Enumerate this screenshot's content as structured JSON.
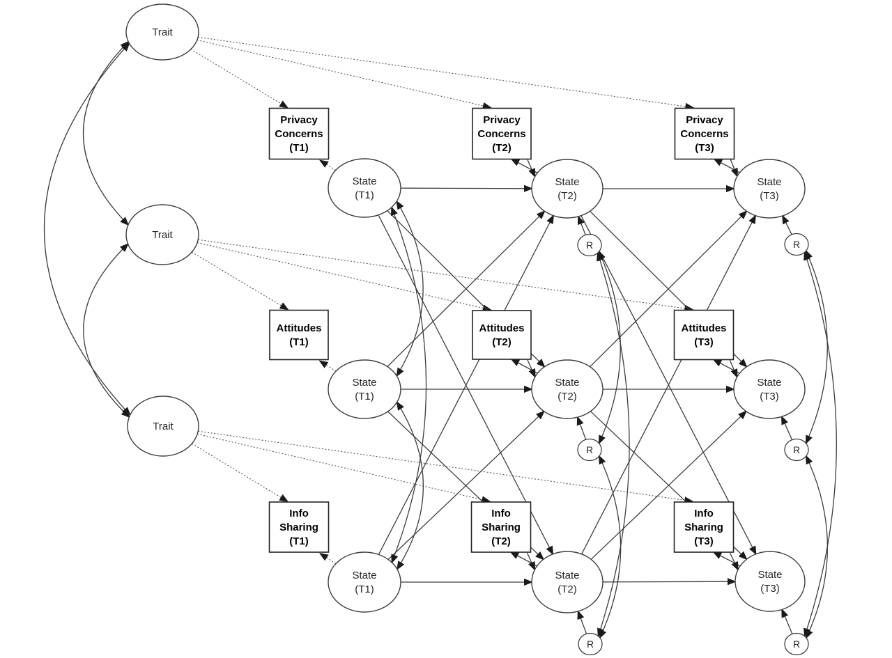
{
  "diagram": {
    "title": "trait-state-sem-path-diagram",
    "colors": {
      "canvas": "#ffffff",
      "line": "#3c3c3c",
      "box_border": "#222222",
      "ellipse_border": "#3d3d3d",
      "text": "#000000"
    },
    "nodes": [
      {
        "id": "trait-privacy",
        "role": "latent-trait",
        "label": [
          "Trait"
        ]
      },
      {
        "id": "trait-attitudes",
        "role": "latent-trait",
        "label": [
          "Trait"
        ]
      },
      {
        "id": "trait-infosharing",
        "role": "latent-trait",
        "label": [
          "Trait"
        ]
      },
      {
        "id": "state-pc-t1",
        "role": "latent-state",
        "label": [
          "State",
          "(T1)"
        ]
      },
      {
        "id": "state-pc-t2",
        "role": "latent-state",
        "label": [
          "State",
          "(T2)"
        ]
      },
      {
        "id": "state-pc-t3",
        "role": "latent-state",
        "label": [
          "State",
          "(T3)"
        ]
      },
      {
        "id": "state-at-t1",
        "role": "latent-state",
        "label": [
          "State",
          "(T1)"
        ]
      },
      {
        "id": "state-at-t2",
        "role": "latent-state",
        "label": [
          "State",
          "(T2)"
        ]
      },
      {
        "id": "state-at-t3",
        "role": "latent-state",
        "label": [
          "State",
          "(T3)"
        ]
      },
      {
        "id": "state-is-t1",
        "role": "latent-state",
        "label": [
          "State",
          "(T1)"
        ]
      },
      {
        "id": "state-is-t2",
        "role": "latent-state",
        "label": [
          "State",
          "(T2)"
        ]
      },
      {
        "id": "state-is-t3",
        "role": "latent-state",
        "label": [
          "State",
          "(T3)"
        ]
      },
      {
        "id": "box-pc-t1",
        "role": "observed",
        "label": [
          "Privacy",
          "Concerns",
          "(T1)"
        ]
      },
      {
        "id": "box-pc-t2",
        "role": "observed",
        "label": [
          "Privacy",
          "Concerns",
          "(T2)"
        ]
      },
      {
        "id": "box-pc-t3",
        "role": "observed",
        "label": [
          "Privacy",
          "Concerns",
          "(T3)"
        ]
      },
      {
        "id": "box-at-t1",
        "role": "observed",
        "label": [
          "Attitudes",
          "(T1)"
        ]
      },
      {
        "id": "box-at-t2",
        "role": "observed",
        "label": [
          "Attitudes",
          "(T2)"
        ]
      },
      {
        "id": "box-at-t3",
        "role": "observed",
        "label": [
          "Attitudes",
          "(T3)"
        ]
      },
      {
        "id": "box-is-t1",
        "role": "observed",
        "label": [
          "Info",
          "Sharing",
          "(T1)"
        ]
      },
      {
        "id": "box-is-t2",
        "role": "observed",
        "label": [
          "Info",
          "Sharing",
          "(T2)"
        ]
      },
      {
        "id": "box-is-t3",
        "role": "observed",
        "label": [
          "Info",
          "Sharing",
          "(T3)"
        ]
      },
      {
        "id": "res-pc-t2",
        "role": "residual",
        "label": [
          "R"
        ]
      },
      {
        "id": "res-pc-t3",
        "role": "residual",
        "label": [
          "R"
        ]
      },
      {
        "id": "res-at-t2",
        "role": "residual",
        "label": [
          "R"
        ]
      },
      {
        "id": "res-at-t3",
        "role": "residual",
        "label": [
          "R"
        ]
      },
      {
        "id": "res-is-t2",
        "role": "residual",
        "label": [
          "R"
        ]
      },
      {
        "id": "res-is-t3",
        "role": "residual",
        "label": [
          "R"
        ]
      }
    ],
    "edges": [
      {
        "from": "trait-privacy",
        "to": "box-pc-t1",
        "type": "trait-loading"
      },
      {
        "from": "trait-privacy",
        "to": "box-pc-t2",
        "type": "trait-loading"
      },
      {
        "from": "trait-privacy",
        "to": "box-pc-t3",
        "type": "trait-loading"
      },
      {
        "from": "trait-attitudes",
        "to": "box-at-t1",
        "type": "trait-loading"
      },
      {
        "from": "trait-attitudes",
        "to": "box-at-t2",
        "type": "trait-loading"
      },
      {
        "from": "trait-attitudes",
        "to": "box-at-t3",
        "type": "trait-loading"
      },
      {
        "from": "trait-infosharing",
        "to": "box-is-t1",
        "type": "trait-loading"
      },
      {
        "from": "trait-infosharing",
        "to": "box-is-t2",
        "type": "trait-loading"
      },
      {
        "from": "trait-infosharing",
        "to": "box-is-t3",
        "type": "trait-loading"
      },
      {
        "from": "state-pc-t1",
        "to": "box-pc-t1",
        "type": "state-loading"
      },
      {
        "from": "state-at-t1",
        "to": "box-at-t1",
        "type": "state-loading"
      },
      {
        "from": "state-is-t1",
        "to": "box-is-t1",
        "type": "state-loading"
      },
      {
        "from": "state-pc-t2",
        "to": "box-pc-t2",
        "type": "state-indicator-out"
      },
      {
        "from": "box-pc-t2",
        "to": "state-pc-t2",
        "type": "state-indicator-in"
      },
      {
        "from": "state-pc-t3",
        "to": "box-pc-t3",
        "type": "state-indicator-out"
      },
      {
        "from": "box-pc-t3",
        "to": "state-pc-t3",
        "type": "state-indicator-in"
      },
      {
        "from": "state-at-t2",
        "to": "box-at-t2",
        "type": "state-indicator-out"
      },
      {
        "from": "box-at-t2",
        "to": "state-at-t2",
        "type": "state-indicator-in"
      },
      {
        "from": "state-at-t3",
        "to": "box-at-t3",
        "type": "state-indicator-out"
      },
      {
        "from": "box-at-t3",
        "to": "state-at-t3",
        "type": "state-indicator-in"
      },
      {
        "from": "state-is-t2",
        "to": "box-is-t2",
        "type": "state-indicator-out"
      },
      {
        "from": "box-is-t2",
        "to": "state-is-t2",
        "type": "state-indicator-in"
      },
      {
        "from": "state-is-t3",
        "to": "box-is-t3",
        "type": "state-indicator-out"
      },
      {
        "from": "box-is-t3",
        "to": "state-is-t3",
        "type": "state-indicator-in"
      },
      {
        "from": "state-pc-t1",
        "to": "state-pc-t2",
        "type": "autoregressive"
      },
      {
        "from": "state-pc-t2",
        "to": "state-pc-t3",
        "type": "autoregressive"
      },
      {
        "from": "state-at-t1",
        "to": "state-at-t2",
        "type": "autoregressive"
      },
      {
        "from": "state-at-t2",
        "to": "state-at-t3",
        "type": "autoregressive"
      },
      {
        "from": "state-is-t1",
        "to": "state-is-t2",
        "type": "autoregressive"
      },
      {
        "from": "state-is-t2",
        "to": "state-is-t3",
        "type": "autoregressive"
      },
      {
        "from": "state-pc-t1",
        "to": "state-at-t2",
        "type": "cross-lagged"
      },
      {
        "from": "state-pc-t1",
        "to": "state-is-t2",
        "type": "cross-lagged"
      },
      {
        "from": "state-at-t1",
        "to": "state-pc-t2",
        "type": "cross-lagged"
      },
      {
        "from": "state-at-t1",
        "to": "state-is-t2",
        "type": "cross-lagged"
      },
      {
        "from": "state-is-t1",
        "to": "state-pc-t2",
        "type": "cross-lagged"
      },
      {
        "from": "state-is-t1",
        "to": "state-at-t2",
        "type": "cross-lagged"
      },
      {
        "from": "state-pc-t2",
        "to": "state-at-t3",
        "type": "cross-lagged"
      },
      {
        "from": "state-pc-t2",
        "to": "state-is-t3",
        "type": "cross-lagged"
      },
      {
        "from": "state-at-t2",
        "to": "state-pc-t3",
        "type": "cross-lagged"
      },
      {
        "from": "state-at-t2",
        "to": "state-is-t3",
        "type": "cross-lagged"
      },
      {
        "from": "state-is-t2",
        "to": "state-pc-t3",
        "type": "cross-lagged"
      },
      {
        "from": "state-is-t2",
        "to": "state-at-t3",
        "type": "cross-lagged"
      },
      {
        "from": "trait-privacy",
        "to": "trait-attitudes",
        "type": "covariance"
      },
      {
        "from": "trait-attitudes",
        "to": "trait-infosharing",
        "type": "covariance"
      },
      {
        "from": "trait-privacy",
        "to": "trait-infosharing",
        "type": "covariance"
      },
      {
        "from": "state-pc-t1",
        "to": "state-at-t1",
        "type": "covariance"
      },
      {
        "from": "state-at-t1",
        "to": "state-is-t1",
        "type": "covariance"
      },
      {
        "from": "state-pc-t1",
        "to": "state-is-t1",
        "type": "covariance"
      },
      {
        "from": "res-pc-t2",
        "to": "res-at-t2",
        "type": "covariance"
      },
      {
        "from": "res-at-t2",
        "to": "res-is-t2",
        "type": "covariance"
      },
      {
        "from": "res-pc-t2",
        "to": "res-is-t2",
        "type": "covariance"
      },
      {
        "from": "res-pc-t3",
        "to": "res-at-t3",
        "type": "covariance"
      },
      {
        "from": "res-at-t3",
        "to": "res-is-t3",
        "type": "covariance"
      },
      {
        "from": "res-pc-t3",
        "to": "res-is-t3",
        "type": "covariance"
      },
      {
        "from": "res-pc-t2",
        "to": "state-pc-t2",
        "type": "residual"
      },
      {
        "from": "res-pc-t3",
        "to": "state-pc-t3",
        "type": "residual"
      },
      {
        "from": "res-at-t2",
        "to": "state-at-t2",
        "type": "residual"
      },
      {
        "from": "res-at-t3",
        "to": "state-at-t3",
        "type": "residual"
      },
      {
        "from": "res-is-t2",
        "to": "state-is-t2",
        "type": "residual"
      },
      {
        "from": "res-is-t3",
        "to": "state-is-t3",
        "type": "residual"
      }
    ]
  }
}
